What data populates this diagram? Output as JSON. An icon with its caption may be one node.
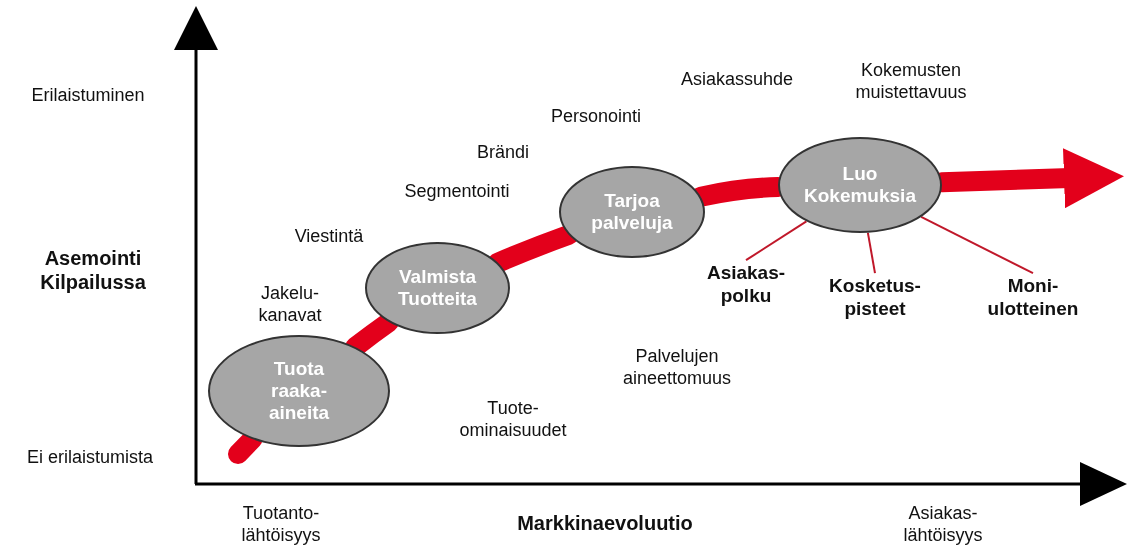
{
  "diagram": {
    "nodes": [
      {
        "text": [
          "Tuota raaka- aineita"
        ]
      },
      {
        "text": [
          "Valmista Tuotteita"
        ]
      },
      {
        "text": [
          "Tarjoa palveluja"
        ]
      },
      {
        "text": [
          "Luo Kokemuksia"
        ]
      },
      {
        "text": [
          "Asiakas- polku"
        ]
      },
      {
        "text": [
          "Kosketus- pisteet"
        ]
      },
      {
        "text": [
          "Moni- ulotteinen"
        ]
      }
    ],
    "edges": [
      {
        "from": null,
        "to": 0,
        "arrow": "none"
      },
      {
        "from": 0,
        "to": 1,
        "arrow": "none"
      },
      {
        "from": 1,
        "to": 2,
        "arrow": "none"
      },
      {
        "from": 2,
        "to": 3,
        "arrow": "none"
      },
      {
        "from": 3,
        "to": null,
        "arrow": "to"
      },
      {
        "from": 3,
        "to": 4,
        "arrow": "none",
        "color": "#c0182a"
      },
      {
        "from": 3,
        "to": 5,
        "arrow": "none",
        "color": "#c0182a"
      },
      {
        "from": 3,
        "to": 6,
        "arrow": "none",
        "color": "#c0182a"
      }
    ],
    "labels": [
      "Erilaistuminen",
      "Asemointi Kilpailussa",
      "Ei erilaistumista",
      "Tuotanto- lähtöisyys",
      "Markkinaevoluutio",
      "Asiakas- lähtöisyys",
      "Jakelu- kanavat",
      "Viestintä",
      "Segmentointi",
      "Brändi",
      "Personointi",
      "Asiakassuhde",
      "Kokemusten muistettavuus",
      "Palvelujen aineettomuus",
      "Tuote- ominaisuudet"
    ]
  }
}
